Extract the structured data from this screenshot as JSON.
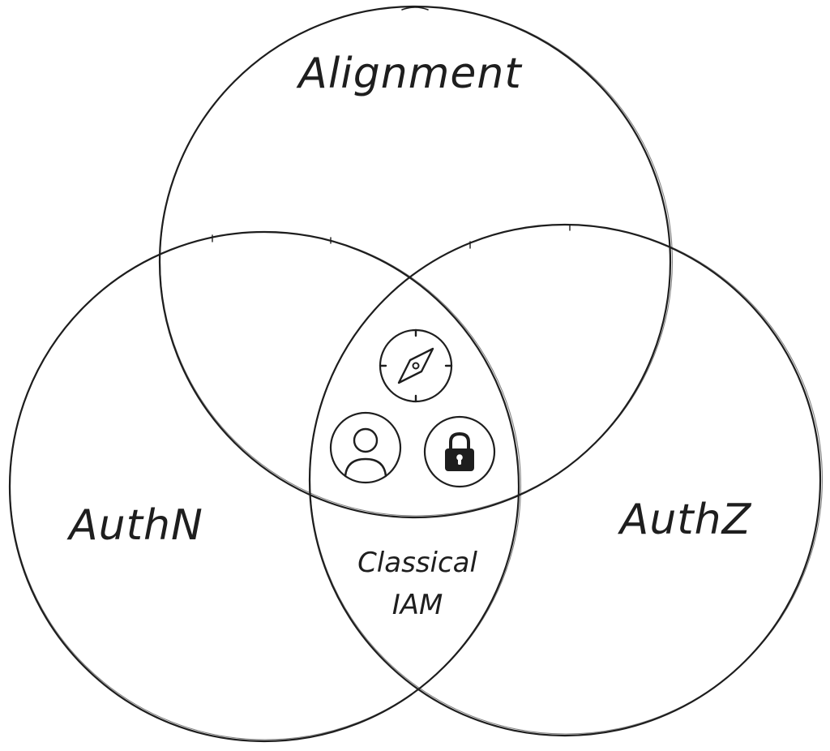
{
  "diagram": {
    "sets": {
      "alignment": {
        "label": "Alignment"
      },
      "authn": {
        "label": "AuthN"
      },
      "authz": {
        "label": "AuthZ"
      }
    },
    "regions": {
      "authn_authz": {
        "line1": "Classical",
        "line2": "IAM"
      }
    },
    "center_icons": [
      "compass-icon",
      "user-icon",
      "lock-icon"
    ],
    "colors": {
      "ink": "#1e1e1e",
      "background": "#ffffff"
    }
  }
}
